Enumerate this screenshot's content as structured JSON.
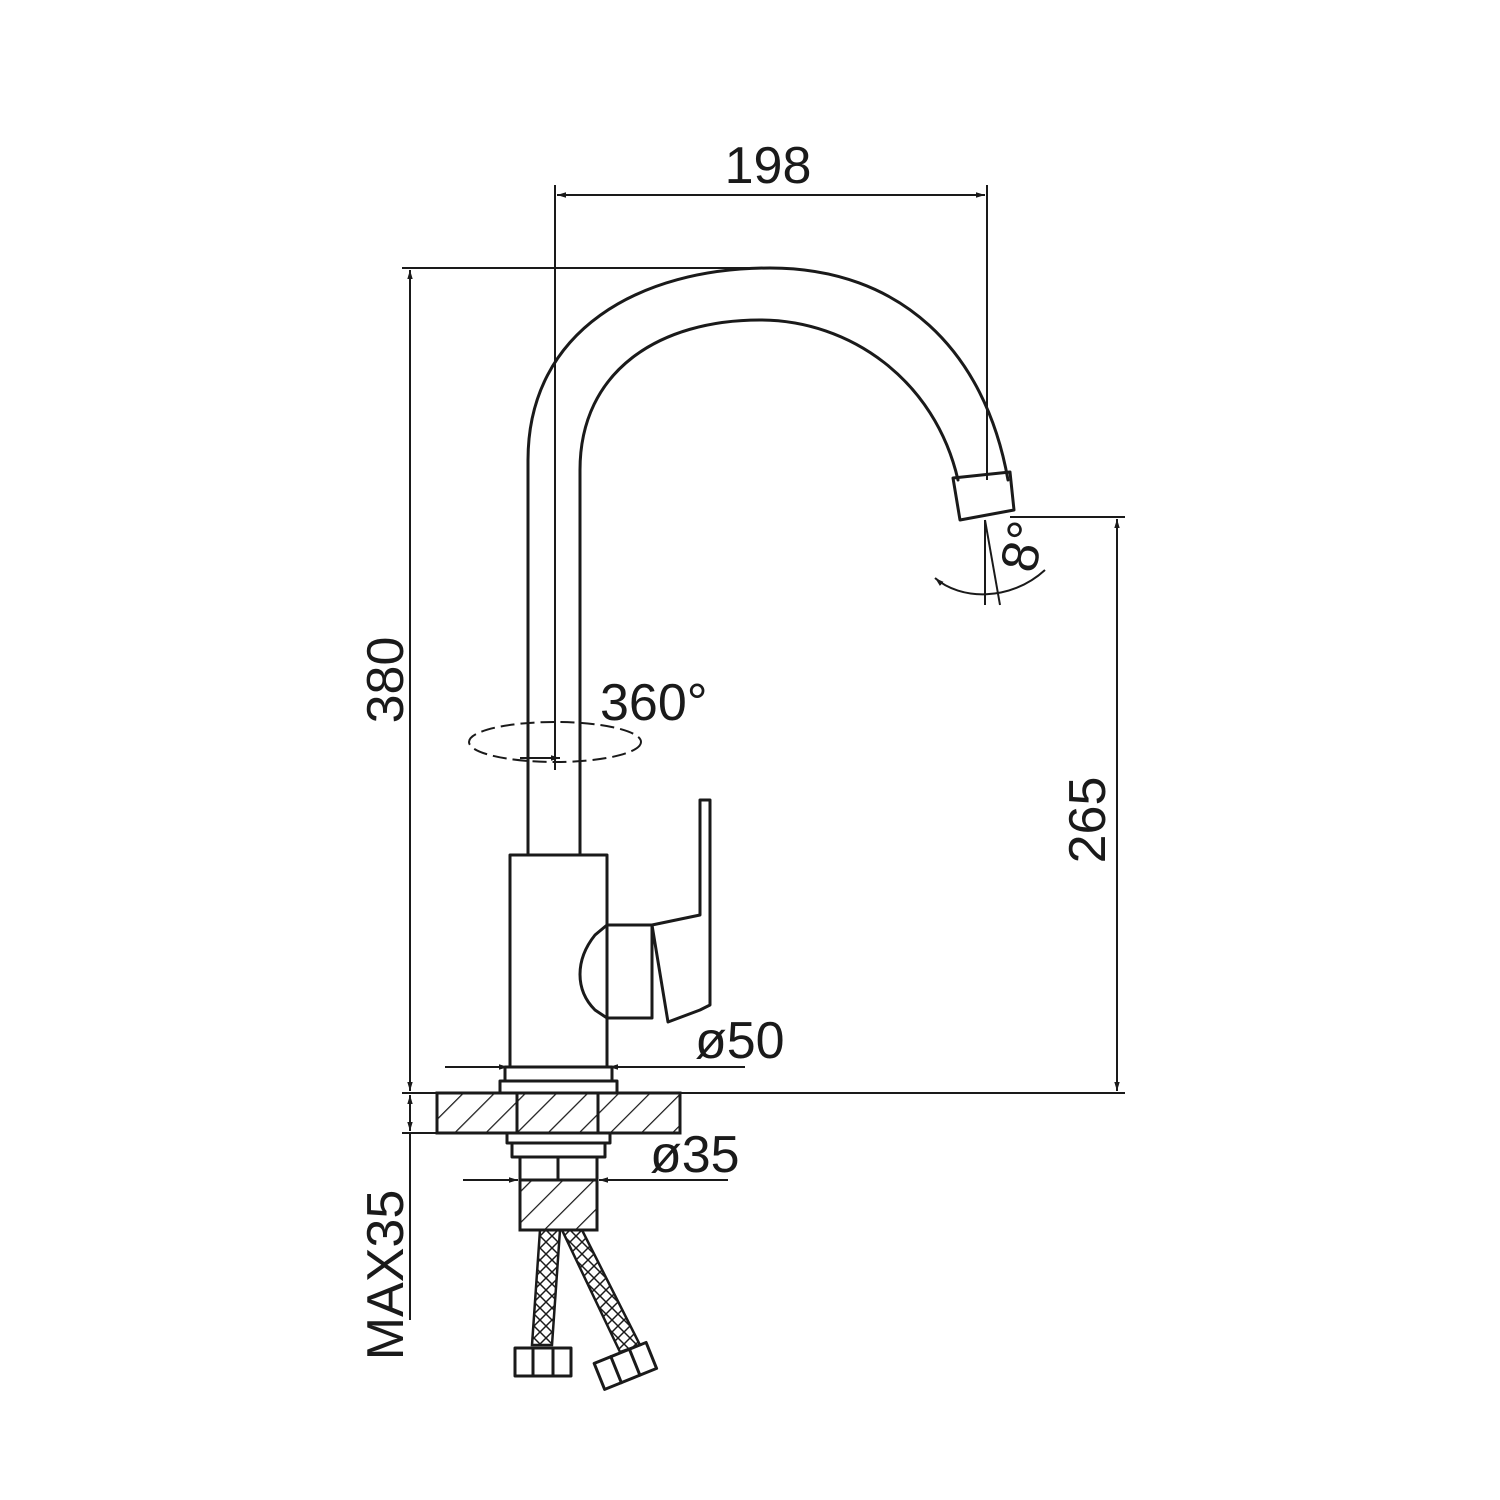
{
  "dimensions": {
    "spout_reach": "198",
    "total_height": "380",
    "outlet_height": "265",
    "spout_rotation": "360°",
    "outlet_angle": "8°",
    "body_diameter": "ø50",
    "shank_diameter": "ø35",
    "max_deck_thickness": "MAX35"
  },
  "colors": {
    "line": "#1a1a1a",
    "background": "#ffffff"
  }
}
